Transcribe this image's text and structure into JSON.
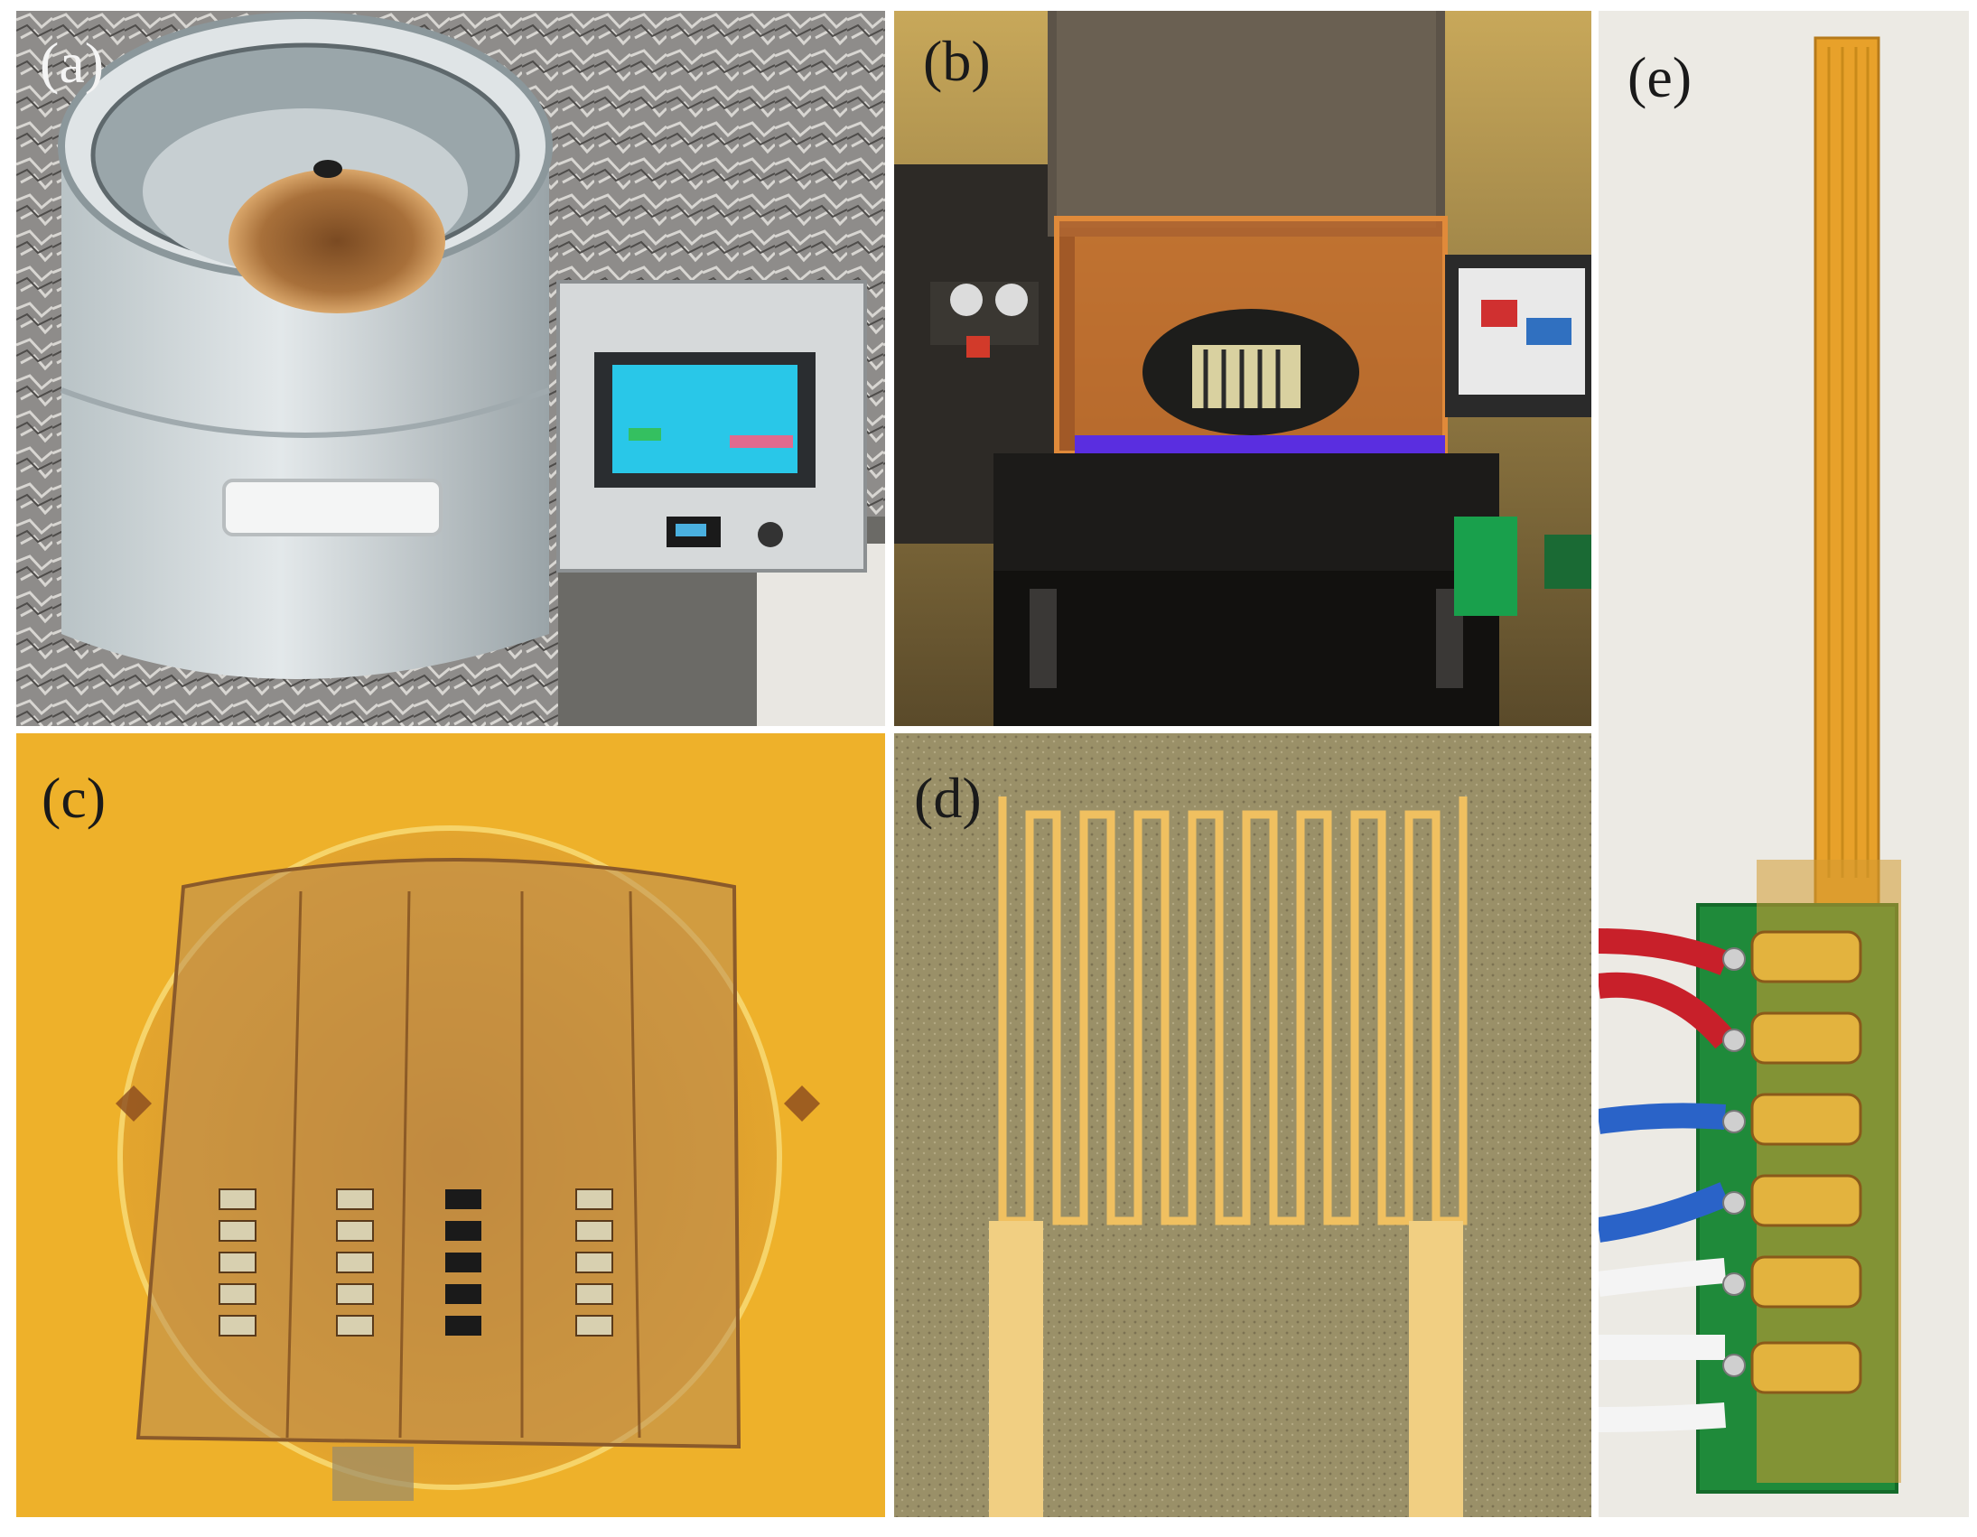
{
  "figure": {
    "panels": [
      {
        "label": "(a)",
        "subject": "vacuum chamber with control unit"
      },
      {
        "label": "(b)",
        "subject": "UV exposure apparatus"
      },
      {
        "label": "(c)",
        "subject": "wafer with patterned sensor strips"
      },
      {
        "label": "(d)",
        "subject": "micrograph of serpentine electrode"
      },
      {
        "label": "(e)",
        "subject": "flexible sensor strip soldered to board"
      }
    ]
  },
  "colors": {
    "label_dark": "#1a1a1a",
    "label_light": "#f4f4f4",
    "wafer_yellow": "#e8a317",
    "gold_trace": "#f0c060",
    "pcb_green": "#1f8a3a",
    "wire_red": "#c8202a",
    "wire_blue": "#2a63c8"
  },
  "icons": [
    "photo-panel"
  ]
}
